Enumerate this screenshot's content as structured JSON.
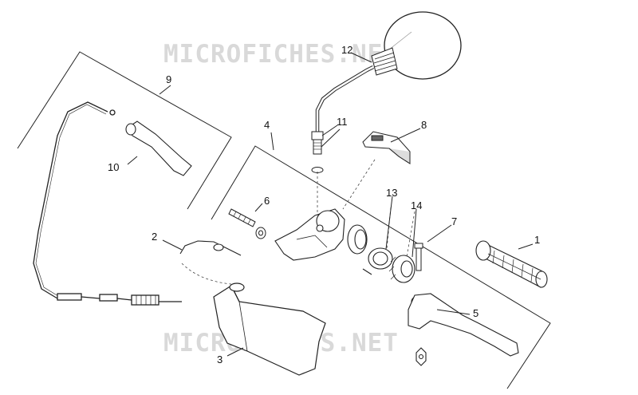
{
  "watermark": "MICROFICHES.NET",
  "callouts": [
    {
      "num": "1"
    },
    {
      "num": "2"
    },
    {
      "num": "3"
    },
    {
      "num": "4"
    },
    {
      "num": "5"
    },
    {
      "num": "6"
    },
    {
      "num": "7"
    },
    {
      "num": "8"
    },
    {
      "num": "9"
    },
    {
      "num": "10"
    },
    {
      "num": "11"
    },
    {
      "num": "12"
    },
    {
      "num": "13"
    },
    {
      "num": "14"
    }
  ]
}
